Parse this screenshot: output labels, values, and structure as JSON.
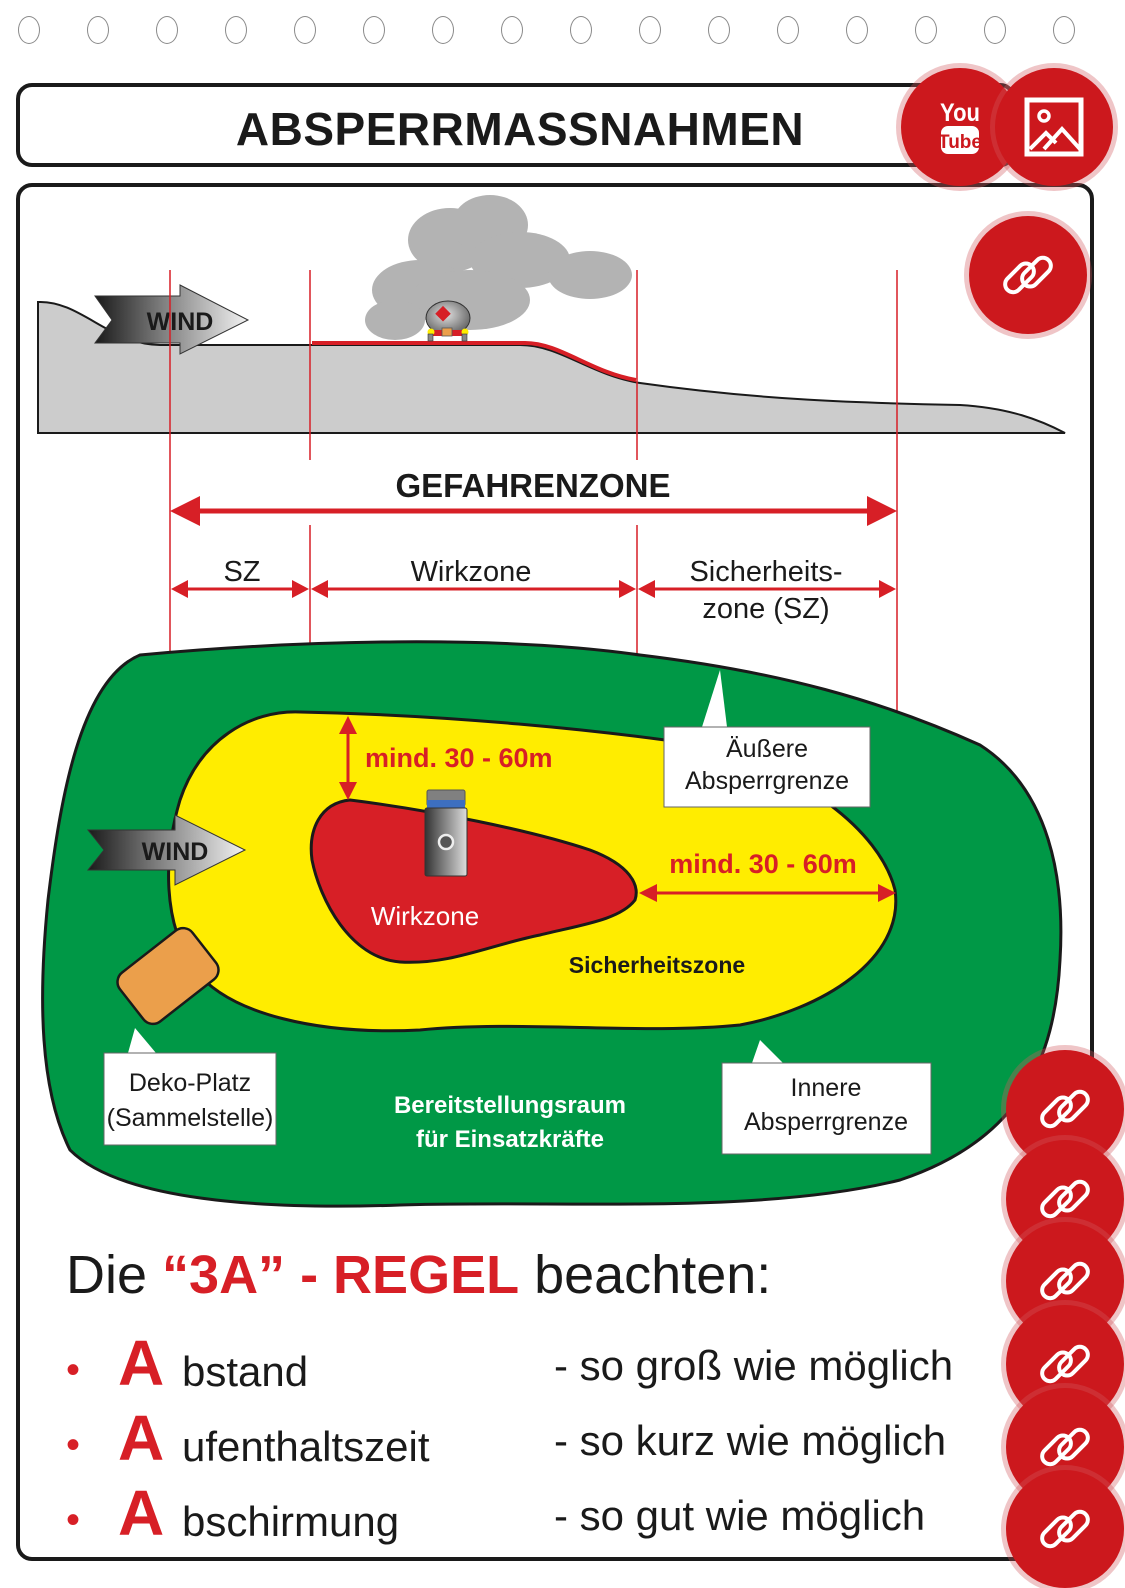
{
  "page": {
    "title": "ABSPERRMASSNAHMEN",
    "binder_hole_count": 16
  },
  "side_buttons": {
    "youtube": {
      "label": "You Tube",
      "icon": "youtube-icon"
    },
    "image": {
      "icon": "image-icon"
    },
    "links": [
      {
        "icon": "link-icon"
      },
      {
        "icon": "link-icon"
      },
      {
        "icon": "link-icon"
      },
      {
        "icon": "link-icon"
      },
      {
        "icon": "link-icon"
      },
      {
        "icon": "link-icon"
      },
      {
        "icon": "link-icon"
      }
    ]
  },
  "profile": {
    "wind_label": "WIND"
  },
  "zones": {
    "gefahrenzone": "GEFAHRENZONE",
    "sz_short": "SZ",
    "wirkzone": "Wirkzone",
    "sicherheitszone_line1": "Sicherheits-",
    "sicherheitszone_line2": "zone (SZ)"
  },
  "map": {
    "wind_label": "WIND",
    "distance_top": "mind. 30 - 60m",
    "distance_right": "mind. 30 - 60m",
    "wirkzone_label": "Wirkzone",
    "sicherheitszone_label": "Sicherheitszone",
    "outer_boundary": {
      "line1": "Äußere",
      "line2": "Absperrgrenze"
    },
    "inner_boundary": {
      "line1": "Innere",
      "line2": "Absperrgrenze"
    },
    "deko": {
      "line1": "Deko-Platz",
      "line2": "(Sammelstelle)"
    },
    "staging": {
      "line1": "Bereitstellungsraum",
      "line2": "für Einsatzkräfte"
    }
  },
  "rule": {
    "prefix": "Die ",
    "highlight": "“3A” - REGEL",
    "suffix": " beachten:",
    "items": [
      {
        "bullet": "•",
        "letter": "A",
        "rest": "bstand",
        "desc": "- so groß wie möglich"
      },
      {
        "bullet": "•",
        "letter": "A",
        "rest": "ufenthaltszeit",
        "desc": "- so kurz wie möglich"
      },
      {
        "bullet": "•",
        "letter": "A",
        "rest": "bschirmung",
        "desc": "- so gut wie möglich"
      }
    ]
  },
  "colors": {
    "accent_red": "#d71f26",
    "badge_red": "#cc181d",
    "staging_green": "#009846",
    "safety_yellow": "#ffed00",
    "deko_orange": "#eb9f4b",
    "terrain_gray": "#cccccc",
    "smoke_gray": "#b3b3b3"
  }
}
